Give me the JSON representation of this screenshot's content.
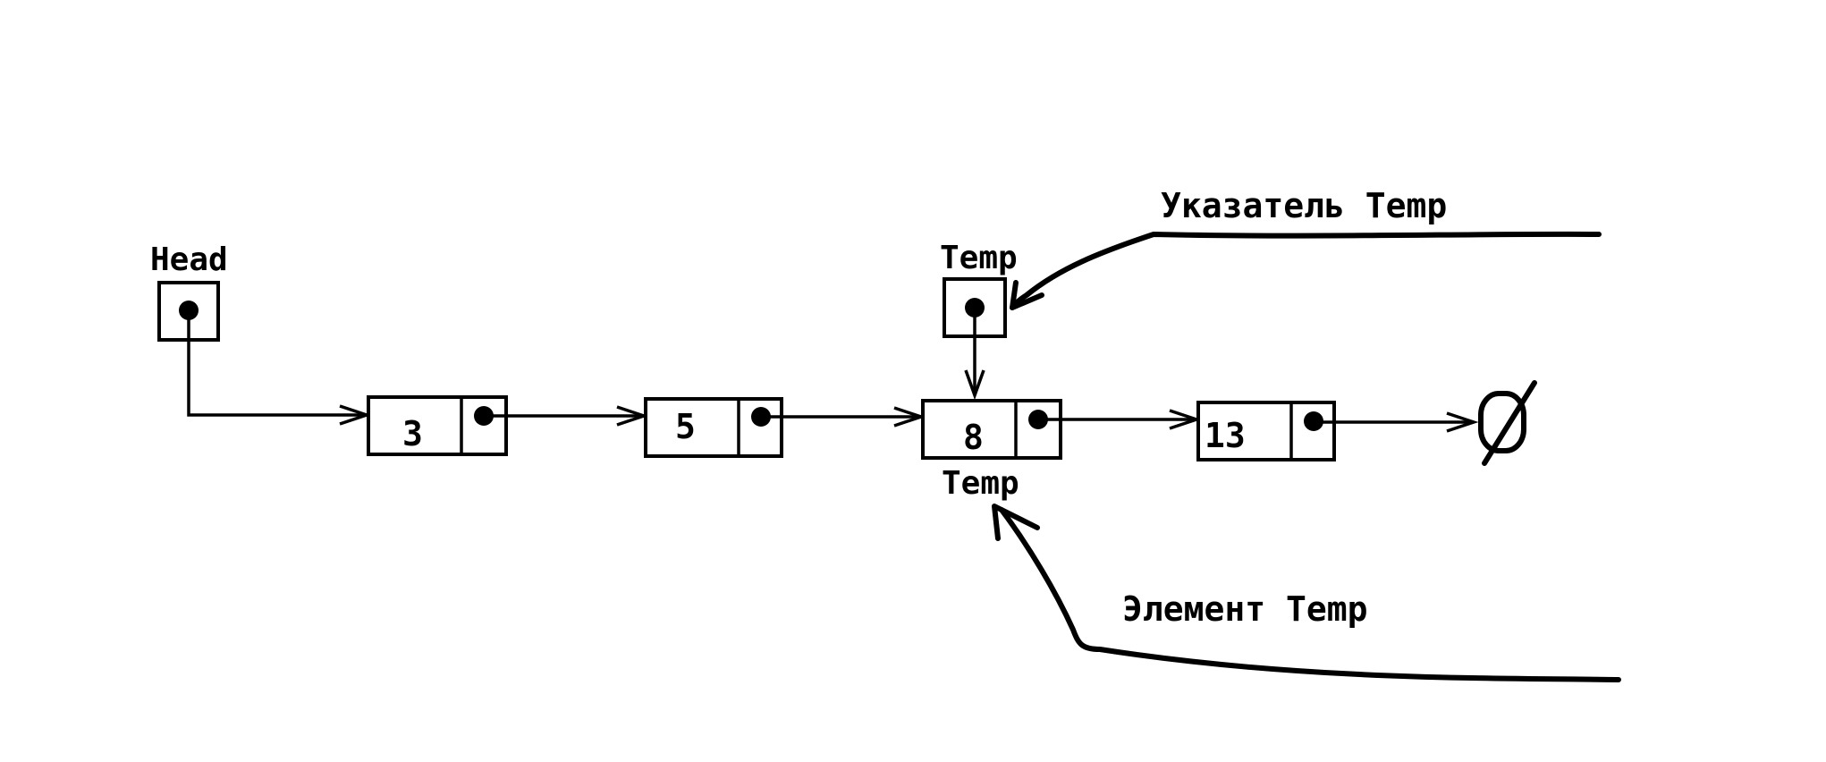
{
  "labels": {
    "head": "Head",
    "temp_pointer": "Temp",
    "temp_element": "Temp",
    "pointer_caption": "Указатель Temp",
    "element_caption": "Элемент Temp",
    "null_symbol": "Ø"
  },
  "nodes": [
    {
      "value": "3"
    },
    {
      "value": "5"
    },
    {
      "value": "8"
    },
    {
      "value": "13"
    }
  ]
}
